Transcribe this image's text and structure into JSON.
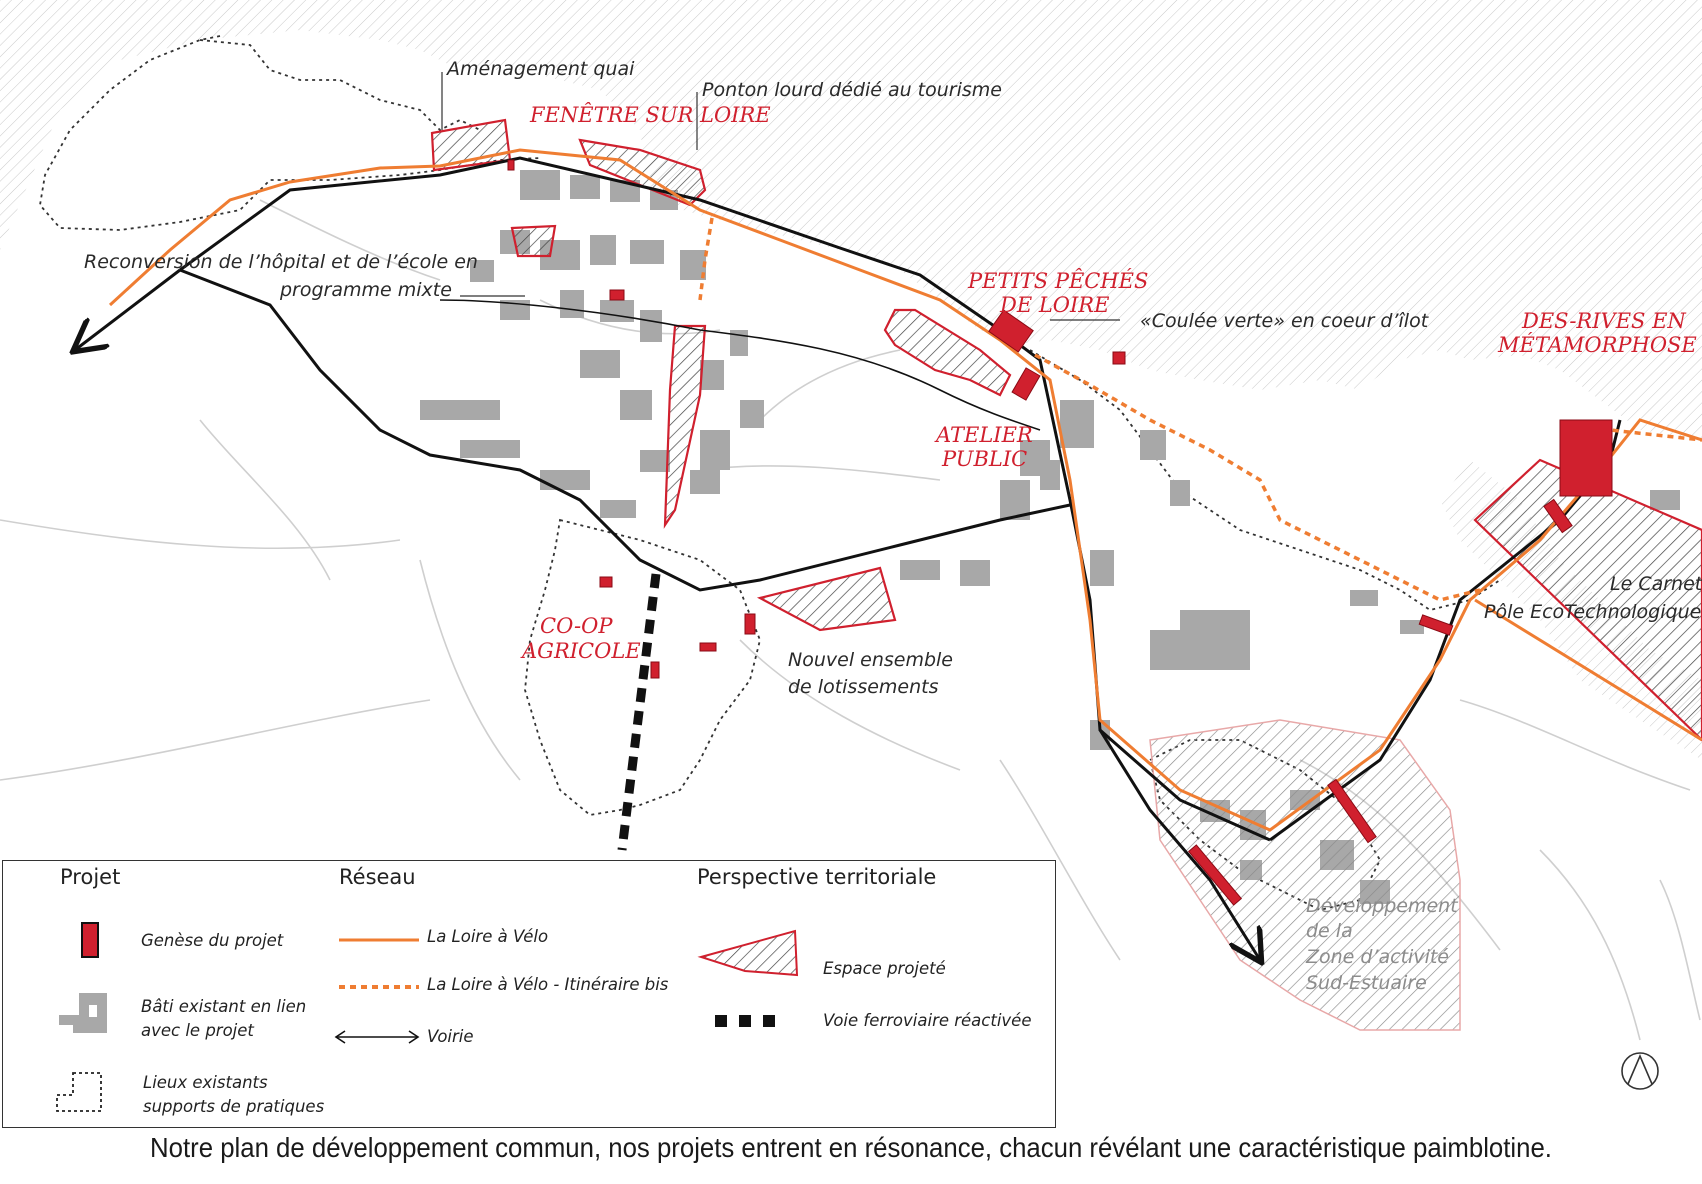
{
  "labels": {
    "amenagement_quai": "Aménagement quai",
    "ponton": "Ponton lourd dédié au tourisme",
    "fenetre": "FENÊTRE SUR LOIRE",
    "reconversion_1": "Reconversion de l’hôpital et de l’école en",
    "reconversion_2": "programme mixte",
    "petits_1": "PETITS PÊCHÉS",
    "petits_2": "DE LOIRE",
    "coulee": "«Coulée verte» en coeur d’îlot",
    "desrives_1": "DES-RIVES EN",
    "desrives_2": "MÉTAMORPHOSE",
    "atelier_1": "ATELIER",
    "atelier_2": "PUBLIC",
    "coop_1": "CO-OP",
    "coop_2": "AGRICOLE",
    "nouvel_1": "Nouvel ensemble",
    "nouvel_2": "de lotissements",
    "carnet_1": "Le Carnet",
    "carnet_2": "Pôle EcoTechnologique",
    "dev_1": "Développement",
    "dev_2": "de la",
    "dev_3": "Zone d’activité",
    "dev_4": "Sud-Estuaire"
  },
  "legend": {
    "projet_title": "Projet",
    "reseau_title": "Réseau",
    "perspective_title": "Perspective territoriale",
    "genese": "Genèse du projet",
    "bati_1": "Bâti existant en lien",
    "bati_2": "avec le projet",
    "lieux_1": "Lieux existants",
    "lieux_2": "supports de pratiques",
    "loire_velo": "La Loire à Vélo",
    "loire_velo_bis": "La Loire à Vélo - Itinéraire bis",
    "voirie": "Voirie",
    "espace": "Espace projeté",
    "voie_ferro": "Voie ferroviaire réactivée"
  },
  "caption": "Notre plan de développement commun, nos projets entrent en résonance, chacun révélant une caractéristique paimblotine.",
  "colors": {
    "project_red": "#d0202e",
    "bike_orange": "#ef7d32",
    "building_gray": "#a8a8a8",
    "road_black": "#111111"
  },
  "icons": [
    "north-arrow-icon"
  ]
}
